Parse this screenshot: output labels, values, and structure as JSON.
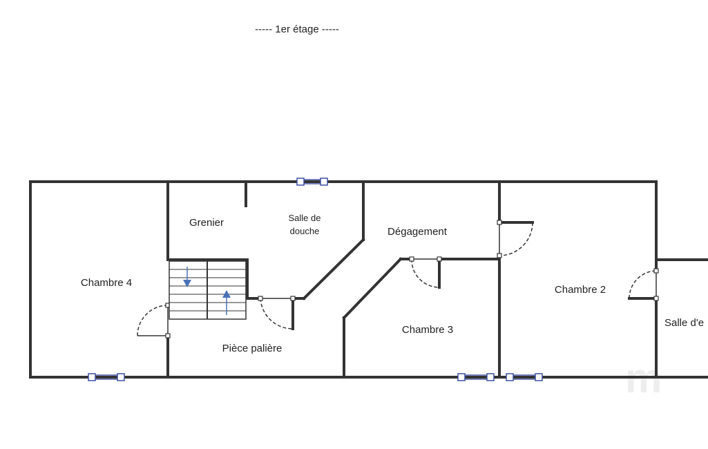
{
  "title": "----- 1er étage -----",
  "rooms": {
    "chambre4": "Chambre 4",
    "grenier": "Grenier",
    "salle_douche_1": "Salle de",
    "salle_douche_2": "douche",
    "degagement": "Dégagement",
    "chambre3": "Chambre 3",
    "chambre2": "Chambre 2",
    "salle_eau": "Salle d'e",
    "piece_paliere": "Pièce palière"
  },
  "watermark": "m",
  "colors": {
    "wall": "#333333",
    "window": "#3b4fa0",
    "stairs_arrow": "#4a72b8",
    "background": "#ffffff"
  },
  "icons": {
    "stairs_down": "arrow-down-icon",
    "stairs_up": "arrow-up-icon"
  }
}
